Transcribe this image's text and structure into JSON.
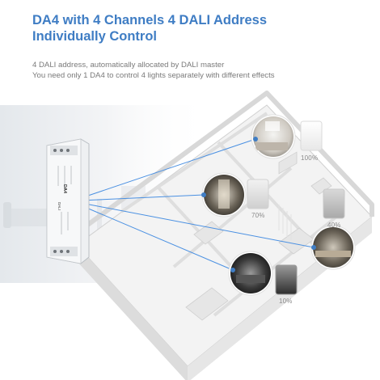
{
  "header": {
    "title_line1": "DA4 with 4 Channels 4 DALI Address",
    "title_line2": "Individually Control",
    "desc_line1": "4 DALI address, automatically allocated by DALI master",
    "desc_line2": "You need only 1 DA4 to control 4 lights separately with different effects"
  },
  "device": {
    "model_label": "DA4",
    "brand_label": "DALI"
  },
  "channels": [
    {
      "level_label": "100%",
      "level": 1.0
    },
    {
      "level_label": "70%",
      "level": 0.7
    },
    {
      "level_label": "40%",
      "level": 0.4
    },
    {
      "level_label": "10%",
      "level": 0.1
    }
  ],
  "colors": {
    "title": "#3f7dc4",
    "line": "#4a90e2",
    "dot": "#3f7dc4"
  }
}
